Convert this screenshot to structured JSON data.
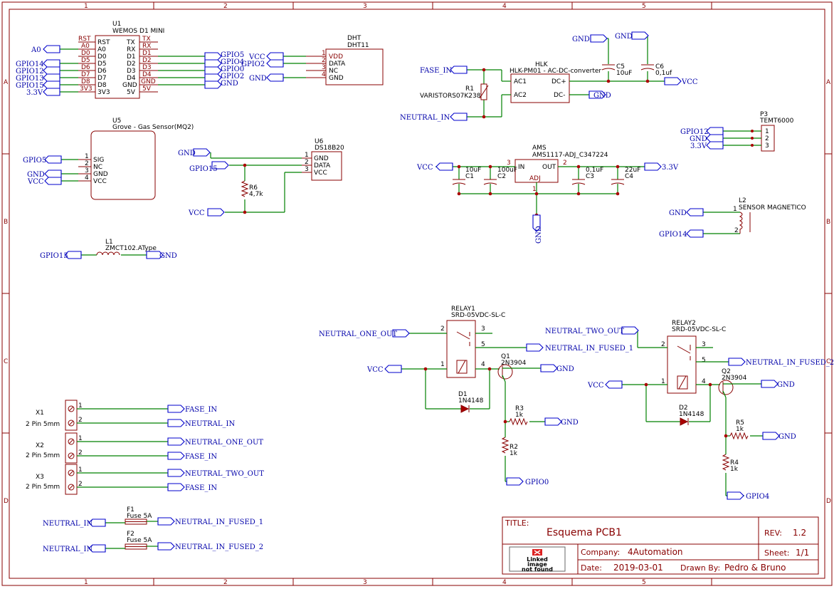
{
  "sheet": {
    "cols": [
      "1",
      "2",
      "3",
      "4",
      "5"
    ],
    "rows": [
      "A",
      "B",
      "C",
      "D"
    ]
  },
  "title_block": {
    "title_label": "TITLE:",
    "title": "Esquema PCB1",
    "rev_label": "REV:",
    "rev": "1.2",
    "company_label": "Company:",
    "company": "4Automation",
    "sheet_label": "Sheet:",
    "sheet": "1/1",
    "date_label": "Date:",
    "date": "2019-03-01",
    "drawn_label": "Drawn By:",
    "drawn": "Pedro & Bruno",
    "logo_lines": [
      "Linked",
      "image",
      "not found"
    ]
  },
  "nets": {
    "a0": "A0",
    "gpio14": "GPIO14",
    "gpio12": "GPIO12",
    "gpio13": "GPIO13",
    "gpio15": "GPIO15",
    "v33": "3.3V",
    "gpio5": "GPIO5",
    "gpio4": "GPIO4",
    "gpio0": "GPIO0",
    "gpio2": "GPIO2",
    "gnd": "GND",
    "vcc": "VCC",
    "fase_in": "FASE_IN",
    "neutral_in": "NEUTRAL_IN",
    "neutral_one_out": "NEUTRAL_ONE_OUT",
    "neutral_two_out": "NEUTRAL_TWO_OUT",
    "neutral_in_fused_1": "NEUTRAL_IN_FUSED_1",
    "neutral_in_fused_2": "NEUTRAL_IN_FUSED_2",
    "v33b": "3.3V"
  },
  "u1": {
    "ref": "U1",
    "value": "WEMOS D1 MINI",
    "left_outer": [
      "RST",
      "A0",
      "D0",
      "D5",
      "D6",
      "D7",
      "D8",
      "3V3"
    ],
    "left_inner": [
      "RST",
      "A0",
      "D0",
      "D5",
      "D6",
      "D7",
      "D8",
      "3V3"
    ],
    "right_inner": [
      "TX",
      "RX",
      "D1",
      "D2",
      "D3",
      "D4",
      "GND",
      "5V"
    ],
    "right_outer": [
      "TX",
      "RX",
      "D1",
      "D2",
      "D3",
      "D4",
      "GND",
      "5V"
    ]
  },
  "dht": {
    "ref": "DHT",
    "value": "DHT11",
    "pins": [
      "VDD",
      "DATA",
      "NC",
      "GND"
    ],
    "nums": [
      "1",
      "2",
      "3",
      "4"
    ]
  },
  "hlk": {
    "ref": "HLK",
    "value": "HLK-PM01 - AC-DC-converter",
    "pins": [
      "AC1",
      "AC2",
      "DC+",
      "DC-"
    ]
  },
  "r1": {
    "ref": "R1",
    "value": "VARISTORS07K238"
  },
  "c5": {
    "ref": "C5",
    "value": "10uF"
  },
  "c6": {
    "ref": "C6",
    "value": "0,1uf"
  },
  "p3": {
    "ref": "P3",
    "value": "TEMT6000",
    "nums": [
      "1",
      "2",
      "3"
    ]
  },
  "u5": {
    "ref": "U5",
    "value": "Grove - Gas Sensor(MQ2)",
    "pins": [
      "SIG",
      "NC",
      "GND",
      "VCC"
    ],
    "nums": [
      "1",
      "2",
      "3",
      "4"
    ]
  },
  "u6": {
    "ref": "U6",
    "value": "DS18B20",
    "pins": [
      "GND",
      "DATA",
      "VCC"
    ],
    "nums": [
      "1",
      "2",
      "3"
    ]
  },
  "r6": {
    "ref": "R6",
    "value": "4,7k"
  },
  "ams": {
    "ref": "AMS",
    "value": "AMS1117-ADJ_C347224",
    "pins": [
      "IN",
      "OUT",
      "ADJ"
    ],
    "nums": [
      "3",
      "2",
      "1"
    ]
  },
  "c1": {
    "ref": "C1",
    "value": "10uF"
  },
  "c2": {
    "ref": "C2",
    "value": "100uF"
  },
  "c3": {
    "ref": "C3",
    "value": "0,1uF"
  },
  "c4": {
    "ref": "C4",
    "value": "22uF"
  },
  "l2": {
    "ref": "L2",
    "value": "SENSOR MAGNETICO",
    "nums": [
      "1",
      "2"
    ]
  },
  "l1": {
    "ref": "L1",
    "value": "ZMCT102.AType"
  },
  "relay1": {
    "ref": "RELAY1",
    "value": "SRD-05VDC-SL-C",
    "nums": [
      "2",
      "3",
      "5",
      "1",
      "4"
    ]
  },
  "relay2": {
    "ref": "RELAY2",
    "value": "SRD-05VDC-SL-C",
    "nums": [
      "2",
      "3",
      "5",
      "1",
      "4"
    ]
  },
  "q1": {
    "ref": "Q1",
    "value": "2N3904"
  },
  "q2": {
    "ref": "Q2",
    "value": "2N3904"
  },
  "d1": {
    "ref": "D1",
    "value": "1N4148"
  },
  "d2": {
    "ref": "D2",
    "value": "1N4148"
  },
  "r2": {
    "ref": "R2",
    "value": "1k"
  },
  "r3": {
    "ref": "R3",
    "value": "1k"
  },
  "r4": {
    "ref": "R4",
    "value": "1k"
  },
  "r5": {
    "ref": "R5",
    "value": "1k"
  },
  "x1": {
    "ref": "X1",
    "value": "2 Pin 5mm"
  },
  "x2": {
    "ref": "X2",
    "value": "2 Pin 5mm"
  },
  "x3": {
    "ref": "X3",
    "value": "2 Pin 5mm"
  },
  "f1": {
    "ref": "F1",
    "value": "Fuse 5A"
  },
  "f2": {
    "ref": "F2",
    "value": "Fuse 5A"
  }
}
